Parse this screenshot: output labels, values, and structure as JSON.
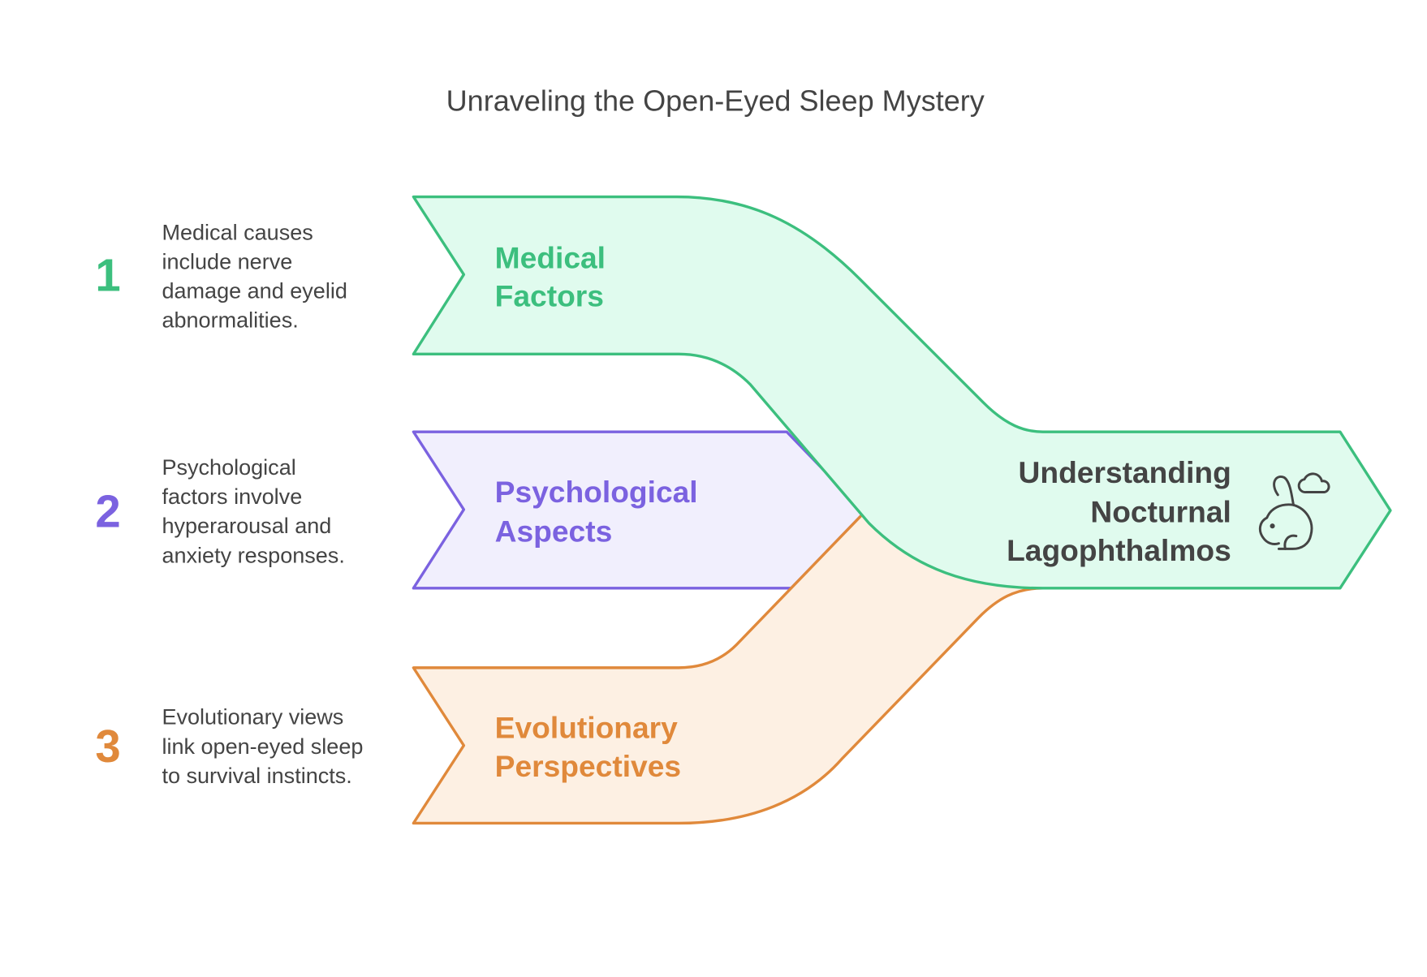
{
  "title": "Unraveling the Open-Eyed Sleep Mystery",
  "items": [
    {
      "number": "1",
      "label_lines": [
        "Medical",
        "Factors"
      ],
      "description_lines": [
        "Medical causes",
        "include nerve",
        "damage and eyelid",
        "abnormalities."
      ],
      "color": "#3cbf7e",
      "fill": "#e0fbee"
    },
    {
      "number": "2",
      "label_lines": [
        "Psychological",
        "Aspects"
      ],
      "description_lines": [
        "Psychological",
        "factors involve",
        "hyperarousal and",
        "anxiety responses."
      ],
      "color": "#7b62e0",
      "fill": "#f1effd"
    },
    {
      "number": "3",
      "label_lines": [
        "Evolutionary",
        "Perspectives"
      ],
      "description_lines": [
        "Evolutionary views",
        "link open-eyed sleep",
        "to survival instincts."
      ],
      "color": "#e0893b",
      "fill": "#fdf0e3"
    }
  ],
  "target": {
    "label_lines": [
      "Understanding",
      "Nocturnal",
      "Lagophthalmos"
    ],
    "icon": "sleeping-rabbit-icon",
    "text_color": "#444444"
  }
}
